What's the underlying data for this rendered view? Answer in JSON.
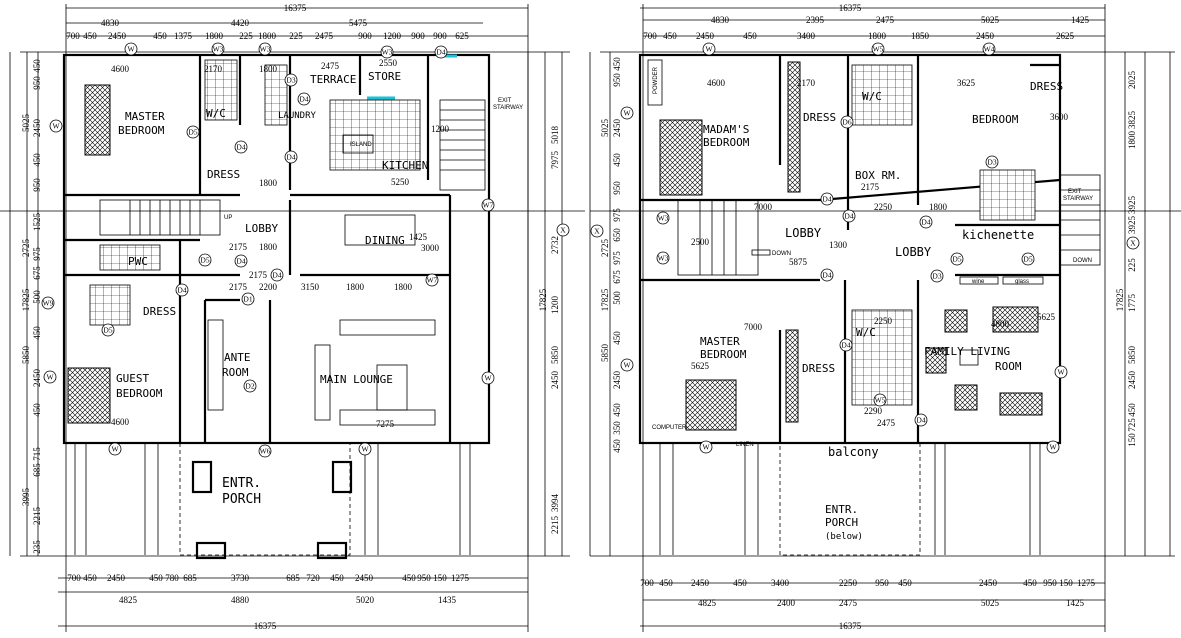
{
  "ground_floor": {
    "rooms": {
      "master_bedroom": [
        "MASTER",
        "BEDROOM"
      ],
      "wc": "W/C",
      "laundry": "LAUNDRY",
      "terrace": "TERRACE",
      "store": "STORE",
      "exit_stairway": [
        "EXIT",
        "STAIRWAY"
      ],
      "kitchen": "KITCHEN",
      "island": "ISLAND",
      "dress_upper": "DRESS",
      "lobby": "LOBBY",
      "up": "UP",
      "dining": "DINING",
      "pwc": "PWC",
      "dress_lower": "DRESS",
      "guest_bedroom": [
        "GUEST",
        "BEDROOM"
      ],
      "ante_room": [
        "ANTE",
        "ROOM"
      ],
      "main_lounge": "MAIN LOUNGE",
      "entrance_porch": [
        "ENTR.",
        "PORCH"
      ]
    },
    "dims_top": {
      "overall": "16375",
      "row1": [
        "4830",
        "4420",
        "5475"
      ],
      "row2": [
        "700",
        "450",
        "2450",
        "450",
        "1375",
        "1800",
        "225",
        "1800",
        "225",
        "2475",
        "900",
        "1200",
        "900",
        "900",
        "625"
      ]
    },
    "dims_bottom": {
      "row1": [
        "700",
        "450",
        "2450",
        "450",
        "780",
        "685",
        "3730",
        "685",
        "720",
        "450",
        "2450",
        "450",
        "950",
        "150",
        "1275"
      ],
      "row2": [
        "4825",
        "4880",
        "5020",
        "1435"
      ],
      "overall": "16375"
    },
    "dims_left": [
      "450",
      "950",
      "2450",
      "450",
      "950",
      "1525",
      "975",
      "675",
      "500",
      "450",
      "2450",
      "450",
      "715",
      "685",
      "2215",
      "235"
    ],
    "dims_left_totals": [
      "5025",
      "2725",
      "5850",
      "3995",
      "17825"
    ],
    "dims_right": [
      "5018",
      "7975",
      "2732",
      "1200",
      "5850",
      "2450",
      "3994",
      "2215",
      "17825"
    ],
    "dims_inner": [
      "4600",
      "2170",
      "1800",
      "2475",
      "2550",
      "1200",
      "5250",
      "1800",
      "2175",
      "1800",
      "2175",
      "2200",
      "2175",
      "3150",
      "1800",
      "1800",
      "4600",
      "7275",
      "1425",
      "3000"
    ],
    "tags": [
      "W",
      "W3",
      "W3",
      "W3",
      "D4",
      "D3",
      "D4",
      "D5",
      "D4",
      "D4",
      "D5",
      "D4",
      "D4",
      "D4",
      "D1",
      "D2",
      "D5",
      "W",
      "W",
      "W",
      "W6",
      "W",
      "W",
      "W7",
      "W7",
      "W9",
      "X"
    ]
  },
  "first_floor": {
    "rooms": {
      "madams_bedroom": [
        "MADAM'S",
        "BEDROOM"
      ],
      "powder": "POWDER",
      "dress_upper": "DRESS",
      "wc_upper": "W/C",
      "box_room": "BOX RM.",
      "bedroom": "BEDROOM",
      "dress_right": "DRESS",
      "exit_stairway": [
        "EXIT",
        "STAIRWAY"
      ],
      "lobby_left": "LOBBY",
      "down_left": "DOWN",
      "lobby_center": "LOBBY",
      "kitchenette": "kichenette",
      "down_right": "DOWN",
      "wine": "wine",
      "glass": "glass",
      "master_bedroom": [
        "MASTER",
        "BEDROOM"
      ],
      "computer": "COMPUTER",
      "linen": "LINEN",
      "dress_lower": "DRESS",
      "wc_lower": "W/C",
      "family_living": [
        "FAMILY LIVING",
        "ROOM"
      ],
      "balcony": "balcony",
      "entrance_porch": [
        "ENTR.",
        "PORCH",
        "(below)"
      ]
    },
    "dims_top": {
      "overall": "16375",
      "row1": [
        "4830",
        "2395",
        "2475",
        "5025",
        "1425"
      ],
      "row2": [
        "700",
        "450",
        "2450",
        "450",
        "3400",
        "1800",
        "1850",
        "2450",
        "2625"
      ]
    },
    "dims_bottom": {
      "row1": [
        "700",
        "450",
        "2450",
        "450",
        "3400",
        "2250",
        "950",
        "450",
        "2450",
        "450",
        "950",
        "150",
        "1275"
      ],
      "row2": [
        "4825",
        "2400",
        "2475",
        "5025",
        "1425"
      ],
      "overall": "16375"
    },
    "dims_left": [
      "450",
      "950",
      "2450",
      "450",
      "950",
      "975",
      "650",
      "975",
      "675",
      "500",
      "450",
      "2450",
      "450",
      "350",
      "450"
    ],
    "dims_left_totals": [
      "5025",
      "2725",
      "5850",
      "17825"
    ],
    "dims_right": [
      "2025",
      "3825",
      "1800",
      "3925",
      "3925",
      "225",
      "1775",
      "5850",
      "2450",
      "450",
      "725",
      "150",
      "17825"
    ],
    "dims_inner": [
      "4600",
      "2170",
      "3625",
      "7000",
      "2250",
      "1800",
      "2175",
      "5875",
      "2500",
      "7000",
      "2250",
      "4800",
      "2475",
      "2290",
      "5625",
      "5625",
      "1300",
      "3600"
    ],
    "tags": [
      "W",
      "W",
      "W5",
      "W4",
      "D6",
      "D3",
      "D4",
      "D4",
      "D4",
      "D4",
      "D3",
      "D5",
      "D5",
      "D4",
      "D4",
      "W5",
      "W",
      "W",
      "W",
      "W",
      "W3",
      "W3",
      "X",
      "X"
    ]
  }
}
